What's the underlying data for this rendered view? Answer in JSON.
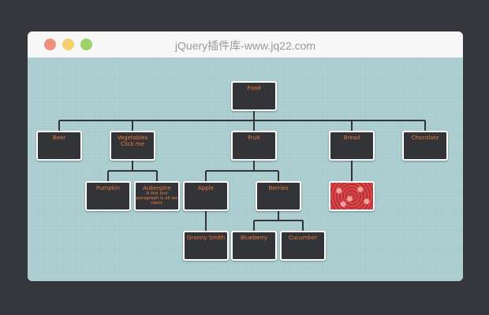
{
  "window": {
    "title": "jQuery插件库-www.jq22.com"
  },
  "chart": {
    "nodes": {
      "food": "Food",
      "beer": "Beer",
      "vegetables": "Vegetables",
      "vegetables_link": "Click me",
      "fruit": "Fruit",
      "bread": "Bread",
      "chocolate": "Chocolate",
      "pumpkin": "Pumpkin",
      "aubergine": "Aubergine",
      "aubergine_text": "A link and paragraph is all we need.",
      "apple": "Apple",
      "berries": "Berries",
      "granny_smith": "Granny Smith",
      "blueberry": "Blueberry",
      "cucumber": "Cucumber"
    }
  }
}
